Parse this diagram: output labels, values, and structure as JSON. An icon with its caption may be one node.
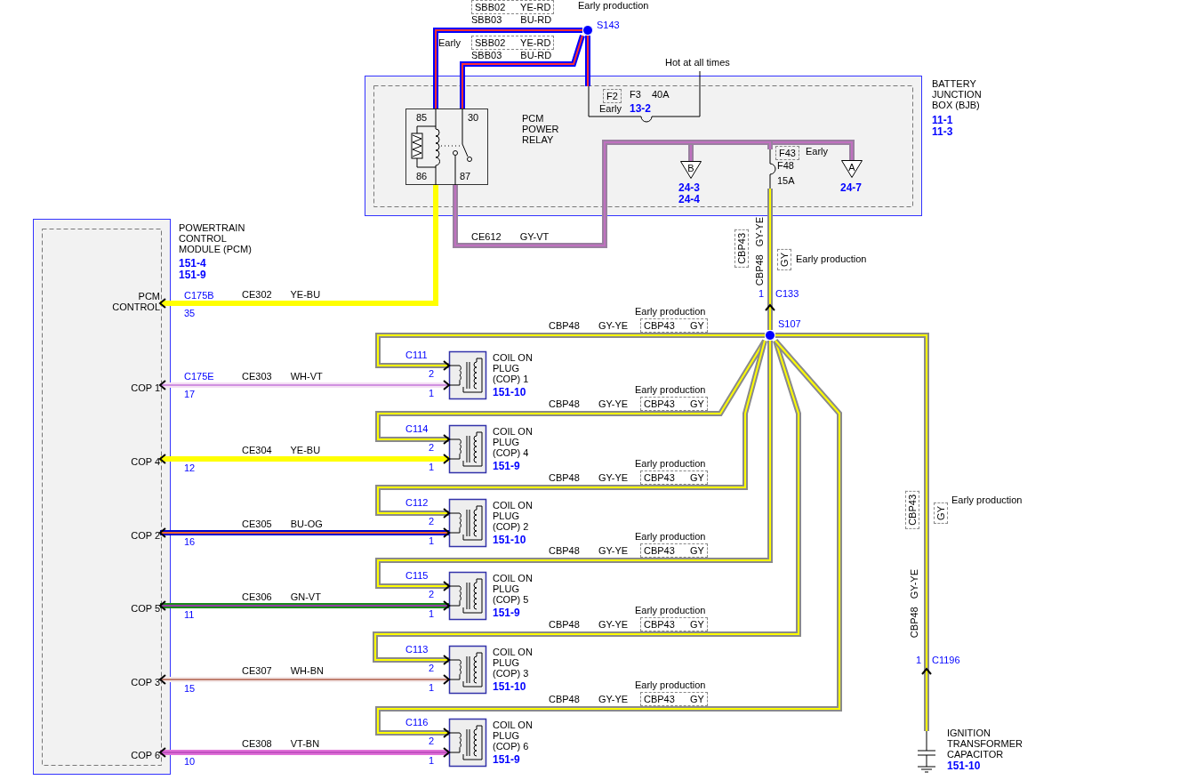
{
  "diagram": {
    "nodes": [
      {
        "text": [],
        "shape": "circle",
        "beside": [
          "S143"
        ]
      },
      {
        "text": [
          "BATTERY JUNCTION BOX (BJB)",
          "11-1",
          "11-3"
        ]
      },
      {
        "text": [
          "85",
          "30",
          "PCM POWER RELAY",
          "86",
          "87"
        ],
        "in": 1
      },
      {
        "text": [
          "F2",
          "F3",
          "40A",
          "Early",
          "13-2"
        ],
        "in": 1
      },
      {
        "text": [
          "B"
        ],
        "beside": [
          "24-3",
          "24-4"
        ],
        "in": 1
      },
      {
        "text": [
          "F43",
          "Early",
          "F48",
          "15A"
        ],
        "in": 1
      },
      {
        "text": [
          "A"
        ],
        "beside": [
          "24-7"
        ],
        "in": 1
      },
      {
        "text": [
          "POWERTRAIN CONTROL MODULE (PCM)",
          "151-4",
          "151-9"
        ]
      },
      {
        "text": [
          "PCM CONTROL"
        ],
        "in": 7
      },
      {
        "text": [
          "COP 1"
        ],
        "in": 7
      },
      {
        "text": [
          "COP 4"
        ],
        "in": 7
      },
      {
        "text": [
          "COP 2"
        ],
        "in": 7
      },
      {
        "text": [
          "COP 5"
        ],
        "in": 7
      },
      {
        "text": [
          "COP 3"
        ],
        "in": 7
      },
      {
        "text": [
          "COP 6"
        ],
        "in": 7
      },
      {
        "text": [],
        "shape": "circle",
        "beside": [
          "S107"
        ]
      },
      {
        "text": [
          "COIL ON PLUG (COP) 1",
          "151-10"
        ]
      },
      {
        "text": [
          "COIL ON PLUG (COP) 4",
          "151-9"
        ]
      },
      {
        "text": [
          "COIL ON PLUG (COP) 2",
          "151-10"
        ]
      },
      {
        "text": [
          "COIL ON PLUG (COP) 5",
          "151-9"
        ]
      },
      {
        "text": [
          "COIL ON PLUG (COP) 3",
          "151-10"
        ]
      },
      {
        "text": [
          "COIL ON PLUG (COP) 6",
          "151-9"
        ]
      },
      {
        "text": [
          "IGNITION TRANSFORMER CAPACITOR",
          "151-10"
        ]
      }
    ],
    "edges": [
      {
        "from": 0,
        "to": 2,
        "arrow": "none",
        "label": "SBB03 BU-RD",
        "color": "#0000ff"
      },
      {
        "from": 0,
        "to": 2,
        "arrow": "none",
        "label": "SBB03 BU-RD",
        "color": "#0000ff"
      },
      {
        "from": 0,
        "to": 3,
        "arrow": "none",
        "color": "#0000ff"
      },
      {
        "from": 3,
        "to": null,
        "arrow": "none",
        "label": "Hot at all times",
        "color": "#000000"
      },
      {
        "from": 2,
        "to": 8,
        "arrow": "to",
        "label": "CE302 YE-BU",
        "color": "#ffff00"
      },
      {
        "from": 2,
        "to": 4,
        "arrow": "none",
        "label": "CE612 GY-VT",
        "color": "#9a7fa0"
      },
      {
        "from": 2,
        "to": 5,
        "arrow": "none",
        "color": "#9a7fa0"
      },
      {
        "from": 2,
        "to": 6,
        "arrow": "none",
        "color": "#9a7fa0"
      },
      {
        "from": 15,
        "to": 5,
        "arrow": "to",
        "label": "CBP48 GY-YE"
      },
      {
        "from": 15,
        "to": 16,
        "arrow": "to",
        "label": "CBP48 GY-YE"
      },
      {
        "from": 15,
        "to": 17,
        "arrow": "to",
        "label": "CBP48 GY-YE"
      },
      {
        "from": 15,
        "to": 18,
        "arrow": "to",
        "label": "CBP48 GY-YE"
      },
      {
        "from": 15,
        "to": 19,
        "arrow": "to",
        "label": "CBP48 GY-YE"
      },
      {
        "from": 15,
        "to": 20,
        "arrow": "to",
        "label": "CBP48 GY-YE"
      },
      {
        "from": 15,
        "to": 21,
        "arrow": "to",
        "label": "CBP48 GY-YE"
      },
      {
        "from": 22,
        "to": 15,
        "arrow": "to",
        "label": "CBP48 GY-YE"
      },
      {
        "from": 9,
        "to": 16,
        "arrow": "both",
        "label": "CE303 WH-VT",
        "color": "#f4e0f4"
      },
      {
        "from": 10,
        "to": 17,
        "arrow": "both",
        "label": "CE304 YE-BU",
        "color": "#ffff00"
      },
      {
        "from": 11,
        "to": 18,
        "arrow": "both",
        "label": "CE305 BU-OG",
        "color": "#0000cc"
      },
      {
        "from": 12,
        "to": 19,
        "arrow": "both",
        "label": "CE306 GN-VT",
        "color": "#1a8a1a"
      },
      {
        "from": 13,
        "to": 20,
        "arrow": "both",
        "label": "CE307 WH-BN",
        "color": "#f4e8e8"
      },
      {
        "from": 14,
        "to": 21,
        "arrow": "both",
        "label": "CE308 VT-BN",
        "color": "#e070d8"
      }
    ],
    "labels": [
      "SBB02 YE-RD",
      "Early production",
      "Early",
      "SBB02 YE-RD",
      "CBP43",
      "GY",
      "Early production",
      "C175B",
      "1",
      "C133",
      "35",
      "Early production",
      "CBP43 GY",
      "C111",
      "C175E",
      "2",
      "17",
      "1",
      "Early production",
      "CBP43 GY",
      "C114",
      "2",
      "12",
      "1",
      "Early production",
      "CBP43 GY",
      "C112",
      "2",
      "16",
      "1",
      "Early production",
      "CBP43 GY",
      "C115",
      "2",
      "11",
      "1",
      "Early production",
      "CBP43 GY",
      "C113",
      "2",
      "15",
      "1",
      "Early production",
      "CBP43 GY",
      "C116",
      "2",
      "10",
      "1",
      "CBP43",
      "GY",
      "Early production",
      "1",
      "C1196"
    ]
  }
}
